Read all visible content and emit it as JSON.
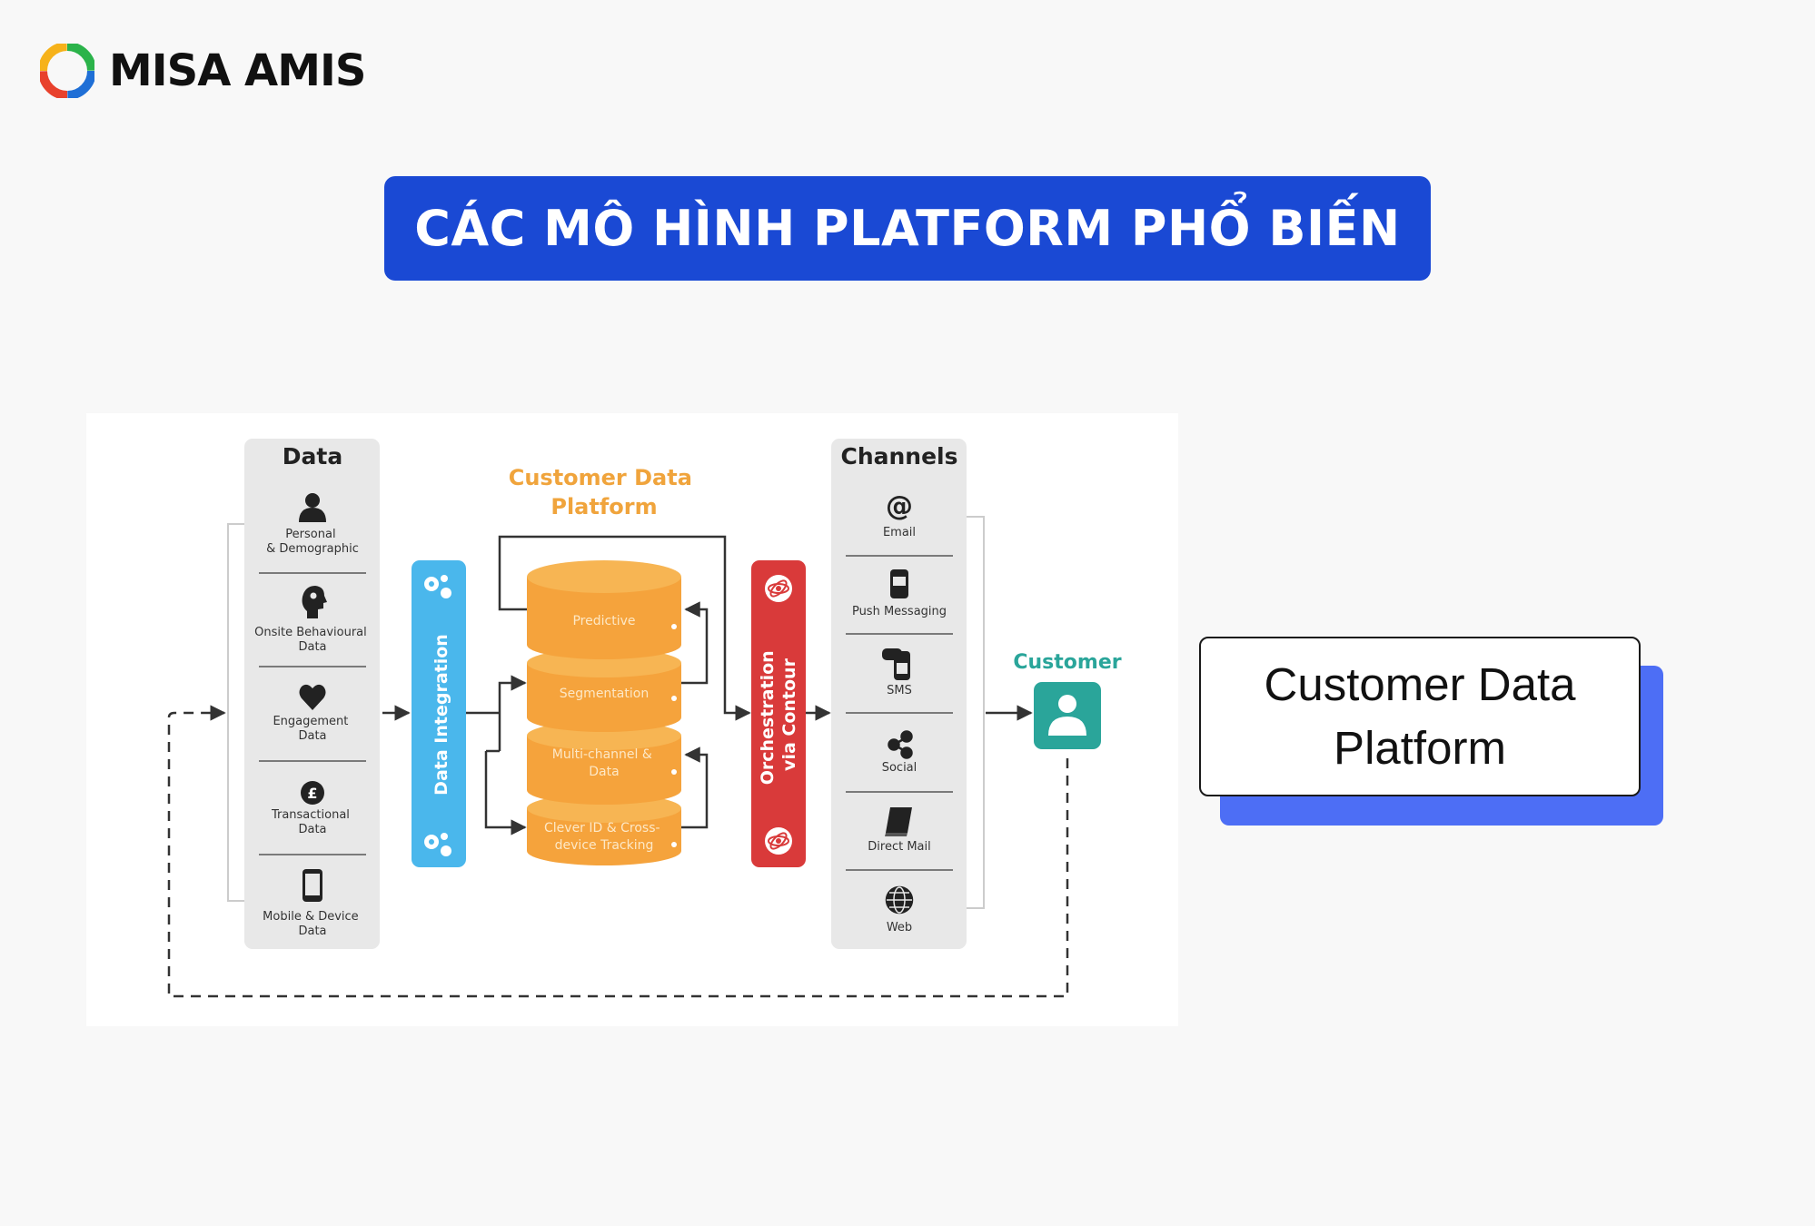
{
  "logo": {
    "brand": "MISA AMIS"
  },
  "banner": {
    "title": "CÁC MÔ HÌNH PLATFORM PHỔ BIẾN"
  },
  "diagram": {
    "data_column": {
      "title": "Data",
      "items": [
        {
          "icon": "person-icon",
          "lines": [
            "Personal",
            "& Demographic"
          ]
        },
        {
          "icon": "head-gears-icon",
          "lines": [
            "Onsite Behavioural",
            "Data"
          ]
        },
        {
          "icon": "heart-icon",
          "lines": [
            "Engagement",
            "Data"
          ]
        },
        {
          "icon": "pound-coin-icon",
          "lines": [
            "Transactional",
            "Data"
          ]
        },
        {
          "icon": "mobile-phone-icon",
          "lines": [
            "Mobile & Device",
            "Data"
          ]
        }
      ]
    },
    "integration_label": "Data Integration",
    "cdp_title": [
      "Customer Data",
      "Platform"
    ],
    "layers": [
      {
        "lines": [
          "Predictive"
        ]
      },
      {
        "lines": [
          "Segmentation"
        ]
      },
      {
        "lines": [
          "Multi-channel &",
          "Data"
        ]
      },
      {
        "lines": [
          "Clever ID & Cross-",
          "device Tracking"
        ]
      }
    ],
    "orchestration_label": [
      "Orchestration",
      "via Contour"
    ],
    "channels_column": {
      "title": "Channels",
      "items": [
        {
          "icon": "at-sign-icon",
          "label": "Email"
        },
        {
          "icon": "phone-notification-icon",
          "label": "Push Messaging"
        },
        {
          "icon": "sms-phone-icon",
          "label": "SMS"
        },
        {
          "icon": "share-icon",
          "label": "Social"
        },
        {
          "icon": "notebook-icon",
          "label": "Direct Mail"
        },
        {
          "icon": "globe-icon",
          "label": "Web"
        }
      ]
    },
    "customer_label": "Customer",
    "colors": {
      "column_bg": "#e8e8e8",
      "integration": "#4ab7ec",
      "cylinder": "#f5a33c",
      "cylinder_top": "#f7b553",
      "cdp_title": "#f0a43c",
      "orchestration": "#d93a3a",
      "customer": "#2aa59a"
    }
  },
  "card": {
    "lines": [
      "Customer Data",
      "Platform"
    ]
  }
}
